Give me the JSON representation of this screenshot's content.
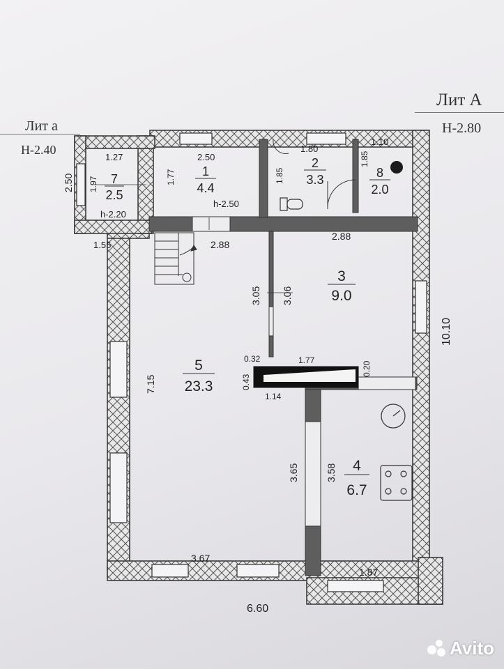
{
  "headers": {
    "lit_a_small": "Лит а",
    "h_small": "Н-2.40",
    "lit_a_big": "Лит А",
    "h_big": "Н-2.80"
  },
  "rooms": [
    {
      "id": "room-7",
      "number": "7",
      "area": "2.5"
    },
    {
      "id": "room-1",
      "number": "1",
      "area": "4.4"
    },
    {
      "id": "room-2",
      "number": "2",
      "area": "3.3"
    },
    {
      "id": "room-8",
      "number": "8",
      "area": "2.0"
    },
    {
      "id": "room-3",
      "number": "3",
      "area": "9.0"
    },
    {
      "id": "room-5",
      "number": "5",
      "area": "23.3"
    },
    {
      "id": "room-4",
      "number": "4",
      "area": "6.7"
    }
  ],
  "dimensions": {
    "d_2_50_left": "2.50",
    "d_1_97": "1.97",
    "d_1_27": "1.27",
    "d_h2_20": "h-2.20",
    "d_1_55": "1.55",
    "d_1_77_a": "1.77",
    "d_2_50_top": "2.50",
    "d_h2_50": "h-2.50",
    "d_1_85_a": "1.85",
    "d_1_80": "1.80",
    "d_1_85_b": "1.85",
    "d_1_10": "1.10",
    "d_2_88_a": "2.88",
    "d_2_88_b": "2.88",
    "d_3_05": "3.05",
    "d_3_06": "3.06",
    "d_10_10": "10.10",
    "d_0_32": "0.32",
    "d_1_77_b": "1.77",
    "d_0_20": "0.20",
    "d_0_43": "0.43",
    "d_1_14": "1.14",
    "d_7_15": "7.15",
    "d_3_65": "3.65",
    "d_3_58": "3.58",
    "d_3_67": "3.67",
    "d_1_87": "1.87",
    "d_6_60": "6.60"
  },
  "watermark": "Avito",
  "colors": {
    "wall_fill": "#e6e6e6",
    "hatch": "#555555",
    "partition": "#606060",
    "line": "#333333",
    "bg": "#ecebee"
  }
}
